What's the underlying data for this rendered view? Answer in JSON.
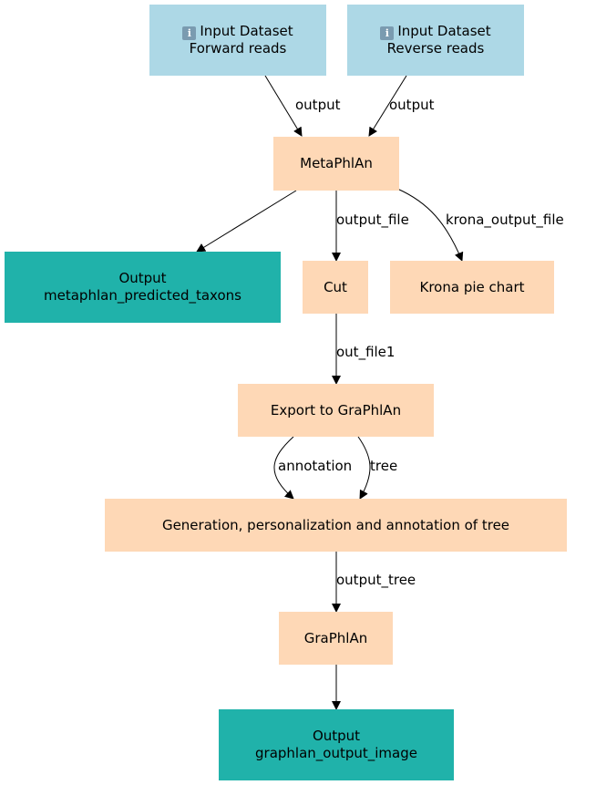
{
  "nodes": {
    "input_forward": {
      "line1": "Input Dataset",
      "line2": "Forward reads",
      "icon": "info-icon"
    },
    "input_reverse": {
      "line1": "Input Dataset",
      "line2": "Reverse reads",
      "icon": "info-icon"
    },
    "metaphlan": {
      "label": "MetaPhlAn"
    },
    "output_taxons": {
      "line1": "Output",
      "line2": "metaphlan_predicted_taxons"
    },
    "cut": {
      "label": "Cut"
    },
    "krona": {
      "label": "Krona pie chart"
    },
    "export_graphlan": {
      "label": "Export to GraPhlAn"
    },
    "generation": {
      "label": "Generation, personalization and annotation of tree"
    },
    "graphlan": {
      "label": "GraPhlAn"
    },
    "output_image": {
      "line1": "Output",
      "line2": "graphlan_output_image"
    }
  },
  "edges": {
    "forward_to_metaphlan": "output",
    "reverse_to_metaphlan": "output",
    "metaphlan_to_cut": "output_file",
    "metaphlan_to_krona": "krona_output_file",
    "cut_to_export": "out_file1",
    "export_annotation": "annotation",
    "export_tree": "tree",
    "generation_to_graphlan": "output_tree"
  },
  "colors": {
    "input": "#add8e6",
    "tool": "#fed8b6",
    "output": "#20b2aa",
    "edge": "#000000"
  }
}
